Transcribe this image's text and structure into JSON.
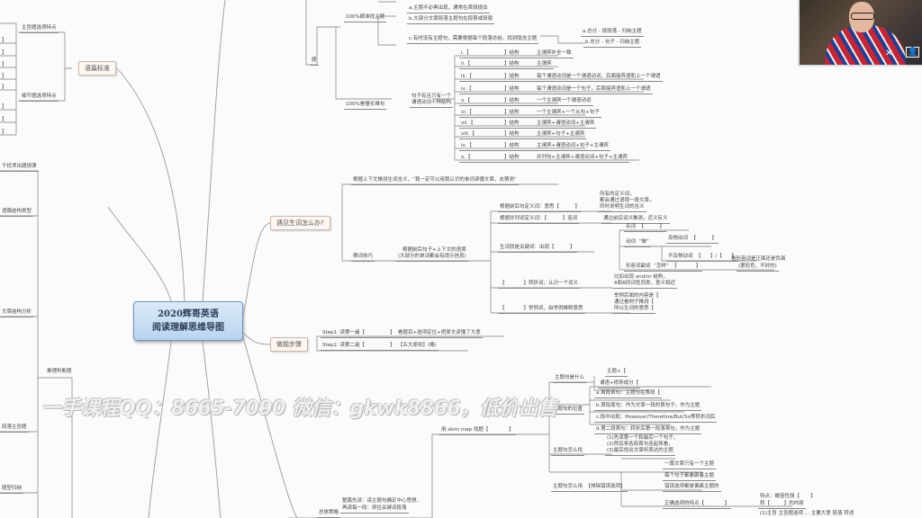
{
  "center": {
    "line1": "2020辉哥英语",
    "line2": "阅读理解思维导图"
  },
  "branches": {
    "left_top": "语篇标准",
    "mid_unknown_words": "遇见生词怎么办?",
    "mid_steps": "做题步骤"
  },
  "left_nodes": [
    "主旨题选项特点",
    "细节题选项特点",
    "干扰项出题规律",
    "语篇结构类型",
    "文章结构分析",
    "推理判断题",
    "段落主旨题",
    "题型归纳"
  ],
  "left_brackets": [
    "】",
    "】",
    "】",
    "】",
    "】",
    "】",
    "】",
    "】",
    "】",
    "】",
    "】"
  ],
  "top_branch": {
    "root": "题",
    "sub1": "100%精准找主题",
    "sub1_items": [
      "a.主题不必再出现，通常在首段提出",
      "b.大部分文章段落主题句在段首或段尾",
      "c.有时没有主题句，需要根据每个段落总结，找到隐含主题"
    ],
    "sub1_tail": [
      "a.总分 - 按段落 - 归纳主题",
      "b.总分 - 句子 - 归纳主题"
    ],
    "sub2": "100%看懂长难句",
    "sub2_mid": [
      "句子有且只有一个",
      "谓语动词十种结构"
    ],
    "sub2_items": [
      [
        "i.【",
        "】结构",
        "主谓宾补全一致"
      ],
      [
        "ii.【",
        "】结构",
        "主谓宾"
      ],
      [
        "iii.【",
        "】结构",
        "每个谓语动词是一个谓语动词，后面接宾语和上一个谓语"
      ],
      [
        "iv.【",
        "】结构",
        "每个谓语动词是一个句子，后面接宾语和上一个谓语"
      ],
      [
        "v.【",
        "】结构",
        "一个主谓宾一个谓语动词"
      ],
      [
        "vi.【",
        "】结构",
        "一个主谓宾+一个从句+句子"
      ],
      [
        "vii.【",
        "】结构",
        "主谓宾+谓语动词+主谓宾"
      ],
      [
        "viii.【",
        "】结构",
        "主谓宾+句子+主谓宾"
      ],
      [
        "ix.【",
        "】结构",
        "主谓宾+谓语动词+句子+主谓宾"
      ],
      [
        "x.【",
        "】结构",
        "并列句+主谓宾+谓语动词+句子+主谓宾"
      ]
    ]
  },
  "unknown_words": {
    "item1": "根据上下文推测生词含义，“我一定可以用我认识的单词读懂文章，去猜测”",
    "item2_label": "猜词技巧",
    "item2_desc": [
      "根据前后句子+上下文的语境",
      "(大部分的单词都会有提示信息)"
    ],
    "children": [
      {
        "label": "根据前后句定义词：意思【",
        "close": "】",
        "note": [
          "所有的定义词，",
          "都会通过语境一段文章，",
          "同时说明生词的含义"
        ]
      },
      {
        "label": "根据并列词定义词：【",
        "close": "】连词",
        "note": [
          "通过前后词义推测，近义反义"
        ]
      },
      {
        "label": "生词就是关键词：出现【",
        "close": "】"
      },
      {
        "label": "【",
        "close": "】转折词，认识一个词义",
        "note": [
          "比如出现 and/or 结构，",
          "A和B同词性同类，意义相近"
        ]
      },
      {
        "label": "【",
        "close": "】举例词，由举例推断意思",
        "note": [
          "举例后面的内容是【",
          "通过看例子推测【",
          "所以生词的意思【"
        ]
      }
    ],
    "pos": {
      "noun": "名词",
      "verb": "动词",
      "verb_tag": "“做”",
      "trans": "及物动词",
      "intrans": "不及物动词",
      "adj": "形容词副词",
      "adj_tag": "“怎样”",
      "adj_note": [
        "看形容词是正面还是负面",
        "(褒贬色、不好的)"
      ],
      "sep": "】/【",
      "open": "【",
      "close": "】"
    }
  },
  "steps": {
    "step1": {
      "label": "Step1. 读第一遍【",
      "close": "】",
      "desc": "看题目+选项定位+把原文读懂了大意"
    },
    "step2": {
      "label": "Step2. 读第二遍【",
      "close": "】",
      "desc": "【五大原则】(略)"
    }
  },
  "bottom": {
    "watermark": "一手课程QQ：8665-7090 微信：gkwk8866，低价出售",
    "main": "用 skim map 找题【",
    "main_close": "】",
    "strategy_label": "总体策略",
    "strategy_desc": [
      "整篇先读：读主题句确定中心思想，",
      "再读每一段：抓住关键词段落"
    ],
    "groups": [
      {
        "label": "主题句是什么",
        "items": [
          "主题+【",
          "谓语+修饰成分【"
        ]
      },
      {
        "label": "主题句的位置",
        "items": [
          "a.首段首句：主题句在首段【",
          "b.首段尾句：作为文章一段的首句子，作为主题",
          "c.段中出现：However/Therefore/But/So等转折词后",
          "d.第二段首句：转折后第一段落首句，作为主题"
        ]
      },
      {
        "label": "主题句怎么找",
        "items": [
          "(1)先读第一个和最后一个句子，",
          "(2)然后将各段首句连起来看，",
          "(3)最后找出文章所表达的主题"
        ]
      },
      {
        "label": "主题句怎么用",
        "tag": "【排除错误选项】",
        "items": [
          "一篇文章只有一个主题",
          "每个句子都要跟着主题",
          "错误选项都是偏离主题的"
        ]
      }
    ],
    "extra": [
      "正确选项的特点【",
      "】",
      "特点：概括性强【",
      "】",
      "转【",
      "】的内容"
    ],
    "last_line": "(1)主旨 主旨题选项 ... 主要大意 段落 转述"
  },
  "webcam": {
    "icons": [
      "close-icon",
      "person-icon"
    ]
  }
}
